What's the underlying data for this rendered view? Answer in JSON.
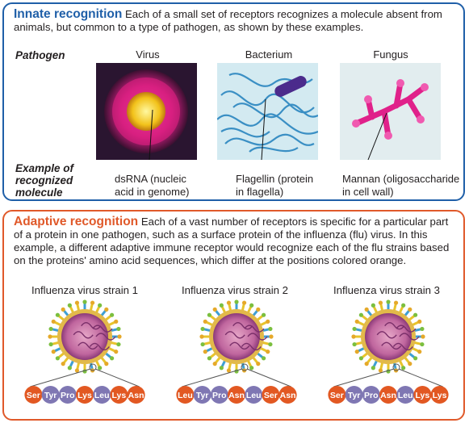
{
  "innate": {
    "lead": "Innate recognition",
    "text": " Each of a small set of receptors recognizes a molecule absent from animals, but common to a type of pathogen, as shown by these examples.",
    "pathogen_label": "Pathogen",
    "example_label": "Example of recognized molecule",
    "pathogens": [
      {
        "name": "Virus",
        "molecule_line1": "dsRNA (nucleic",
        "molecule_line2": "acid in genome)"
      },
      {
        "name": "Bacterium",
        "molecule_line1": "Flagellin (protein",
        "molecule_line2": "in flagella)"
      },
      {
        "name": "Fungus",
        "molecule_line1": "Mannan (oligosaccharide",
        "molecule_line2": "in cell wall)"
      }
    ]
  },
  "adaptive": {
    "lead": "Adaptive recognition",
    "text": " Each of a vast number of receptors is specific for a particular part of a protein in one pathogen, such as a surface protein of the influenza (flu) virus. In this example, a different adaptive immune receptor would recognize each of the flu strains based on the proteins' amino acid sequences, which differ at the positions colored orange.",
    "strains": [
      {
        "name": "Influenza virus strain 1",
        "residues": [
          {
            "aa": "Ser",
            "diff": true
          },
          {
            "aa": "Tyr",
            "diff": false
          },
          {
            "aa": "Pro",
            "diff": false
          },
          {
            "aa": "Lys",
            "diff": true
          },
          {
            "aa": "Leu",
            "diff": false
          },
          {
            "aa": "Lys",
            "diff": true
          },
          {
            "aa": "Asn",
            "diff": true
          }
        ]
      },
      {
        "name": "Influenza virus strain 2",
        "residues": [
          {
            "aa": "Leu",
            "diff": true
          },
          {
            "aa": "Tyr",
            "diff": false
          },
          {
            "aa": "Pro",
            "diff": false
          },
          {
            "aa": "Asn",
            "diff": true
          },
          {
            "aa": "Leu",
            "diff": false
          },
          {
            "aa": "Ser",
            "diff": true
          },
          {
            "aa": "Asn",
            "diff": true
          }
        ]
      },
      {
        "name": "Influenza virus strain 3",
        "residues": [
          {
            "aa": "Ser",
            "diff": true
          },
          {
            "aa": "Tyr",
            "diff": false
          },
          {
            "aa": "Pro",
            "diff": false
          },
          {
            "aa": "Asn",
            "diff": true
          },
          {
            "aa": "Leu",
            "diff": false
          },
          {
            "aa": "Lys",
            "diff": true
          },
          {
            "aa": "Lys",
            "diff": true
          }
        ]
      }
    ],
    "colors": {
      "differing": "#e25822",
      "conserved": "#7f77b3"
    }
  },
  "colors": {
    "innate_accent": "#1f5fa8",
    "adaptive_accent": "#e0592a"
  }
}
